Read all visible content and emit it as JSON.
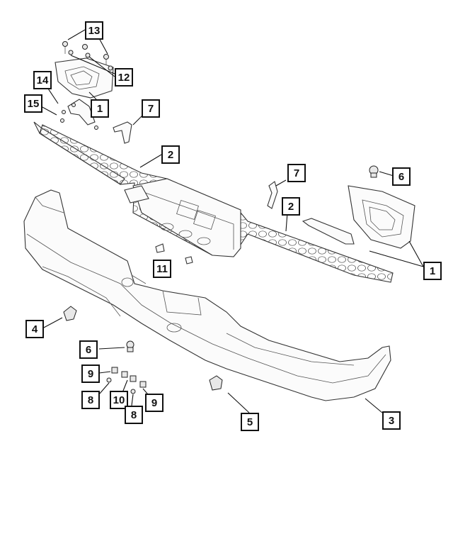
{
  "callouts": [
    {
      "id": "c13",
      "label": "13"
    },
    {
      "id": "c12",
      "label": "12"
    },
    {
      "id": "c14",
      "label": "14"
    },
    {
      "id": "c15",
      "label": "15"
    },
    {
      "id": "c1a",
      "label": "1"
    },
    {
      "id": "c7a",
      "label": "7"
    },
    {
      "id": "c2a",
      "label": "2"
    },
    {
      "id": "c7b",
      "label": "7"
    },
    {
      "id": "c6a",
      "label": "6"
    },
    {
      "id": "c2b",
      "label": "2"
    },
    {
      "id": "c11",
      "label": "11"
    },
    {
      "id": "c1b",
      "label": "1"
    },
    {
      "id": "c4",
      "label": "4"
    },
    {
      "id": "c6b",
      "label": "6"
    },
    {
      "id": "c9a",
      "label": "9"
    },
    {
      "id": "c8a",
      "label": "8"
    },
    {
      "id": "c10",
      "label": "10"
    },
    {
      "id": "c8b",
      "label": "8"
    },
    {
      "id": "c9b",
      "label": "9"
    },
    {
      "id": "c5",
      "label": "5"
    },
    {
      "id": "c3",
      "label": "3"
    }
  ]
}
